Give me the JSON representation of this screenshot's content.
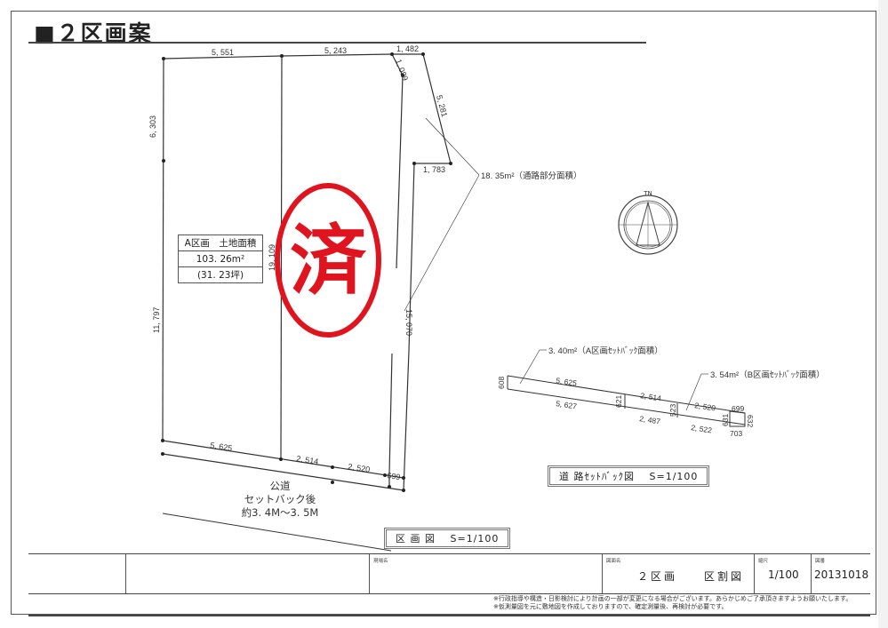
{
  "title": "■２区画案",
  "plan": {
    "dimensions": {
      "top_left": "5, 551",
      "top_middle": "5, 243",
      "top_right": "1, 482",
      "corner_cut": "1, 089",
      "right_slant": "5, 281",
      "notch": "1, 783",
      "left_upper": "6, 303",
      "left_lower": "11, 797",
      "middle_vertical": "19, 109",
      "right_long": "15, 070",
      "bottom_1": "5, 625",
      "bottom_2": "2, 514",
      "bottom_3": "2, 520",
      "bottom_4": "699"
    },
    "area_table": {
      "header": "A区画　土地面積",
      "sqm": "103. 26m²",
      "tsubo": "(31. 23坪)"
    },
    "road_area_label": "18. 35m²（通路部分面積）",
    "stamp_char": "済",
    "stamp_color": "#e0141e",
    "north_label": "TN",
    "road": {
      "line1": "公道",
      "line2": "セットバック後",
      "line3": "約3. 4M〜3. 5M"
    },
    "scale_box": "区 画 図　 S=1/100"
  },
  "setback": {
    "a_label": "3. 40m²（A区画ｾｯﾄﾊﾞｯｸ面積）",
    "b_label": "3. 54m²（B区画ｾｯﾄﾊﾞｯｸ面積）",
    "dims": {
      "left_v": "608",
      "top_1": "5, 625",
      "bottom_1": "5, 627",
      "v_2": "621",
      "top_2": "2, 514",
      "bottom_2": "2, 487",
      "v_3": "523",
      "top_3": "2, 520",
      "bottom_3": "2, 522",
      "v_4": "631",
      "top_4": "699",
      "bottom_4": "703",
      "right_v": "632"
    },
    "scale_box": "道 路ｾｯﾄﾊﾞｯｸ図　 S=1/100"
  },
  "footer": {
    "site_caption": "現場名",
    "drawing_caption": "図面名",
    "drawing_name": "２区画　　区割図",
    "scale_caption": "縮尺",
    "scale_value": "1/100",
    "number_caption": "図番",
    "number_value": "20131018",
    "note1": "※行政指導や構造・日影検討により計画の一部が変更になる場合がございます。あらかじめご了承頂きますようお願いたします。",
    "note2": "※仮測量図を元に敷地図を作成しておりますので、確定測量後、再検討が必要です。"
  }
}
